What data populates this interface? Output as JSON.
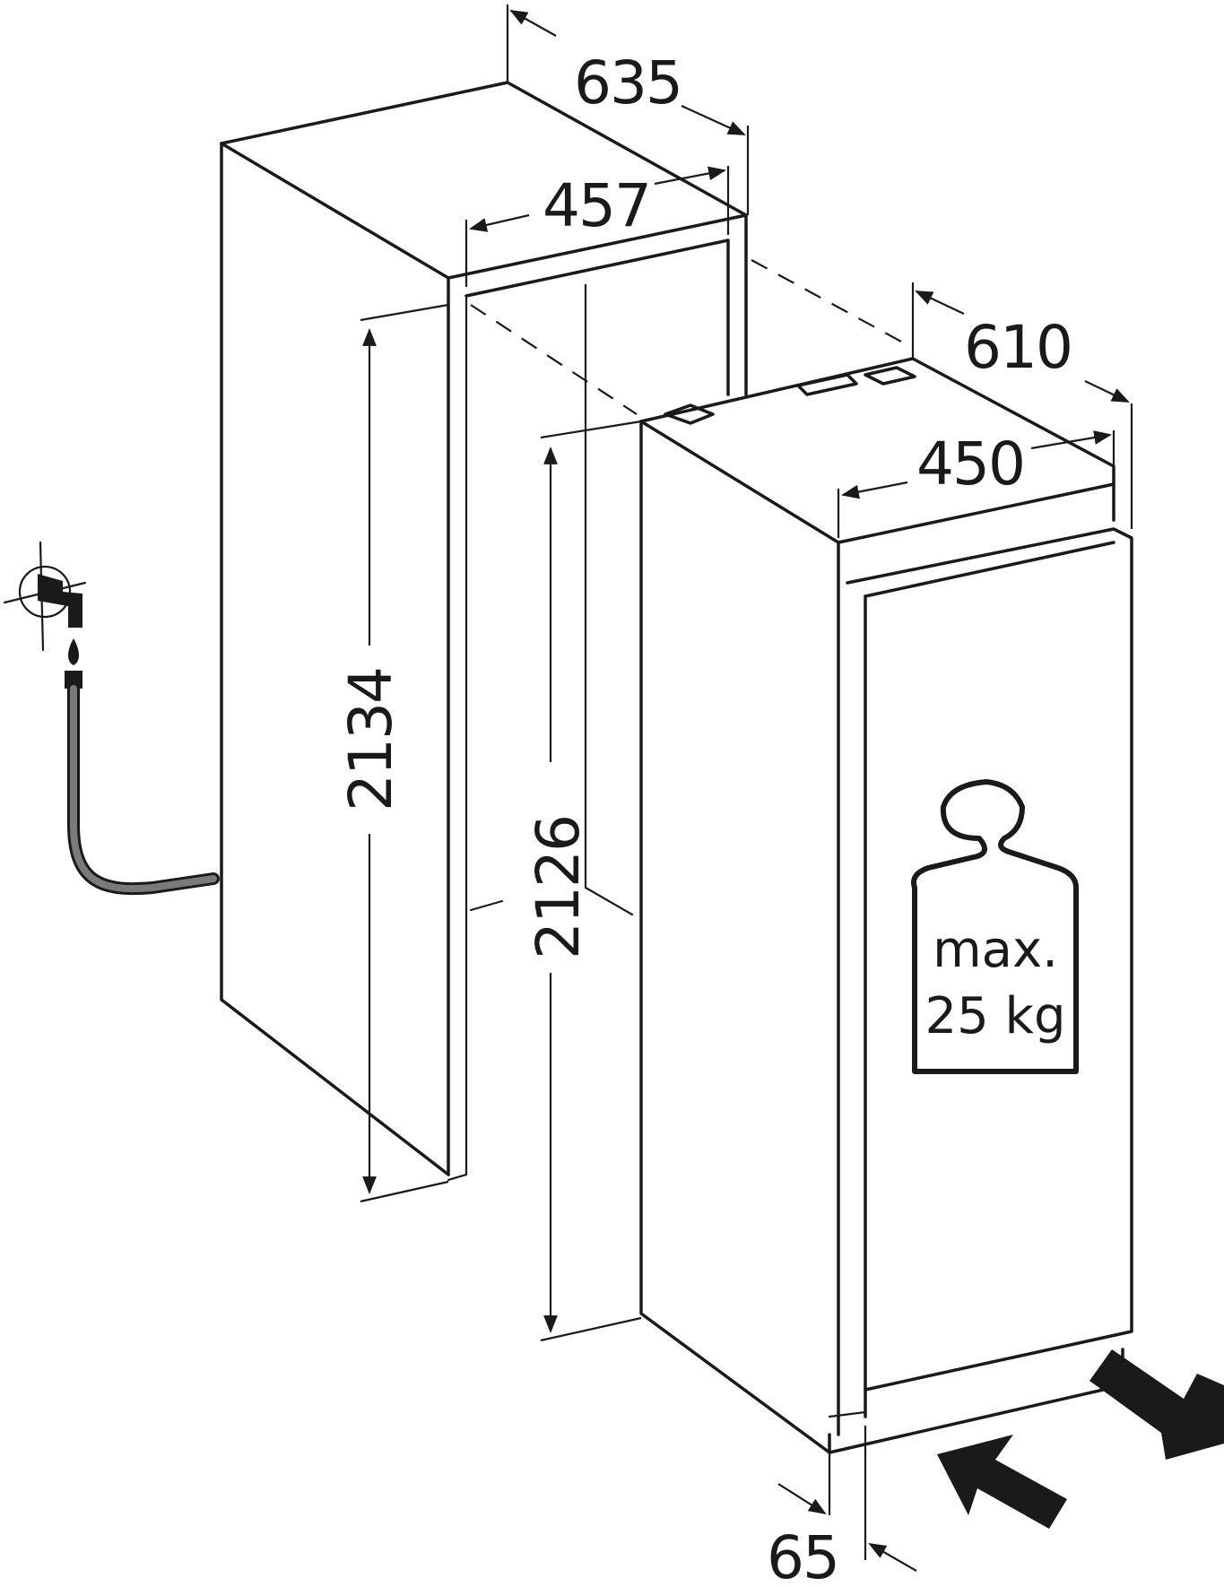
{
  "dimensions": {
    "niche_depth": "635",
    "niche_inner_width": "457",
    "niche_height": "2134",
    "appliance_depth": "610",
    "appliance_width": "450",
    "appliance_height": "2126",
    "door_offset": "65"
  },
  "weight_label": {
    "line1": "max.",
    "line2": "25 kg"
  },
  "icons": {
    "water_tap": "water-tap-icon",
    "weight": "weight-icon",
    "arrows": "insertion-arrow-icon"
  },
  "colors": {
    "line": "#1a1a1a",
    "hose": "#7a7a7a",
    "background": "#ffffff"
  }
}
